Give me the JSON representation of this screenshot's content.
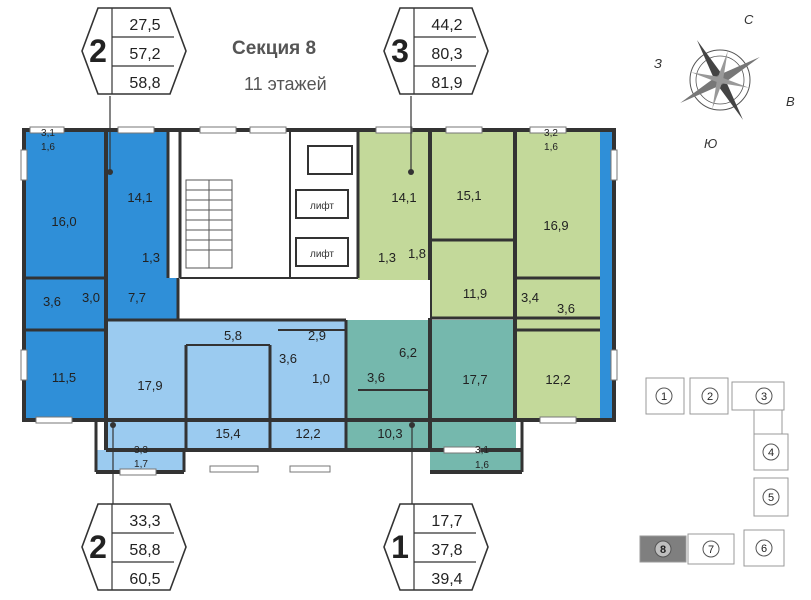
{
  "section": {
    "title": "Секция 8",
    "floors": "11 этажей"
  },
  "badges": [
    {
      "rooms": "2",
      "areas": [
        "27,5",
        "57,2",
        "58,8"
      ]
    },
    {
      "rooms": "3",
      "areas": [
        "44,2",
        "80,3",
        "81,9"
      ]
    },
    {
      "rooms": "2",
      "areas": [
        "33,3",
        "58,8",
        "60,5"
      ]
    },
    {
      "rooms": "1",
      "areas": [
        "17,7",
        "37,8",
        "39,4"
      ]
    }
  ],
  "compass": {
    "n": "С",
    "e": "В",
    "s": "Ю",
    "w": "З"
  },
  "rooms": {
    "r1": "3,1",
    "r2": "1,6",
    "r3": "16,0",
    "r4": "14,1",
    "r5": "1,3",
    "r6": "3,6",
    "r7": "3,0",
    "r8": "7,7",
    "r9": "11,5",
    "r10": "17,9",
    "r11": "3,3",
    "r12": "1,7",
    "r13": "5,8",
    "r14": "15,4",
    "r15": "3,6",
    "r16": "2,9",
    "r17": "1,0",
    "r18": "12,2",
    "r19": "14,1",
    "r20": "1,3",
    "r21": "1,8",
    "r22": "15,1",
    "r23": "11,9",
    "r24": "3,2",
    "r25": "1,6",
    "r26": "16,9",
    "r27": "3,4",
    "r28": "3,6",
    "r29": "12,2",
    "r30": "6,2",
    "r31": "3,6",
    "r32": "17,7",
    "r33": "10,3",
    "r34": "3,1",
    "r35": "1,6"
  },
  "lift_label": "лифт",
  "key_sections": [
    "1",
    "2",
    "3",
    "4",
    "5",
    "6",
    "7",
    "8"
  ],
  "colors": {
    "blue_dark": "#2f8fd8",
    "blue_light": "#9bcbf0",
    "green_light": "#c3d99a",
    "teal": "#75b8ad",
    "walls": "#333333",
    "active_section": "#7f7f7f"
  }
}
